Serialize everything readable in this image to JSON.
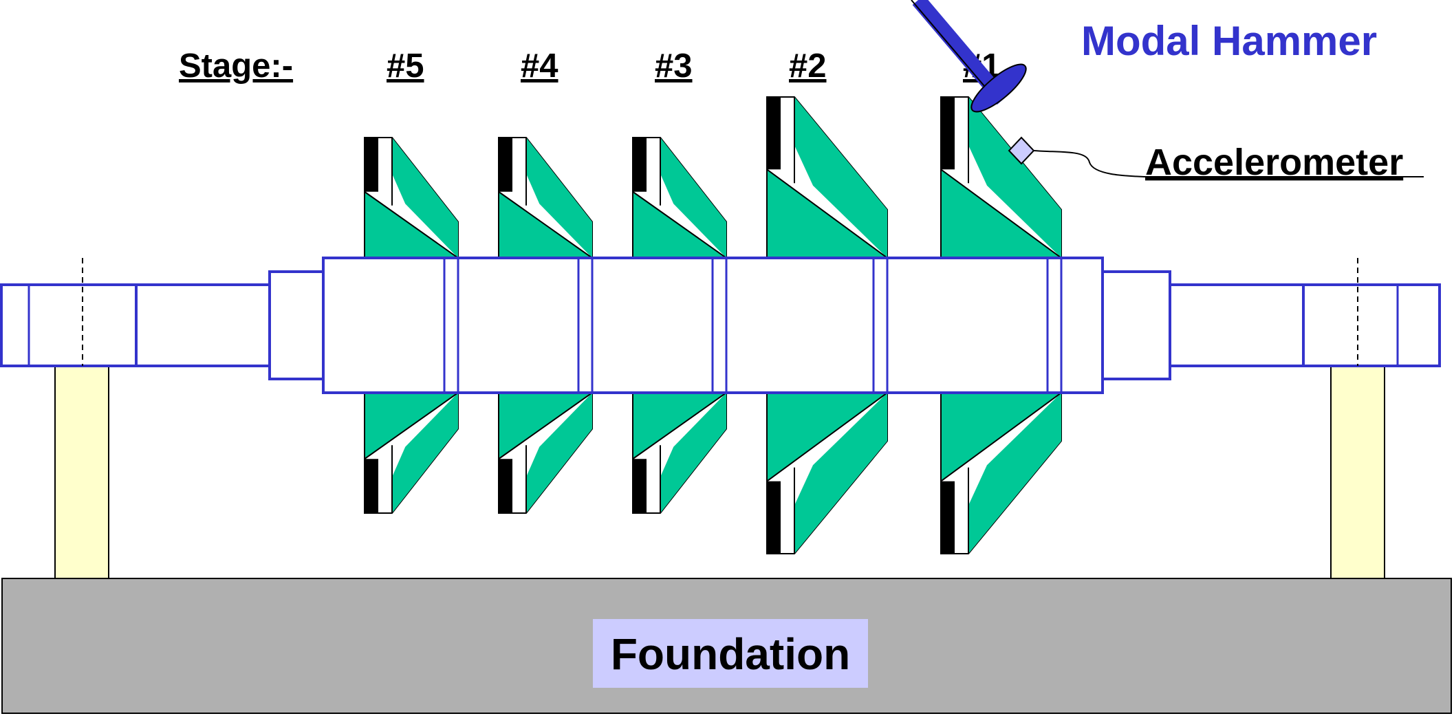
{
  "stage_label": "Stage:-",
  "stages": [
    "#5",
    "#4",
    "#3",
    "#2",
    "#1"
  ],
  "hammer_label": "Modal Hammer",
  "accelerometer_label": "Accelerometer",
  "foundation_label": "Foundation",
  "colors": {
    "outline": "#3333cc",
    "blade": "#00c896",
    "foundation": "#b0b0b0",
    "foundation_label_bg": "#ccccff",
    "pedestal": "#ffffcc",
    "hammer": "#3333cc",
    "accelerometer": "#ccccff"
  }
}
